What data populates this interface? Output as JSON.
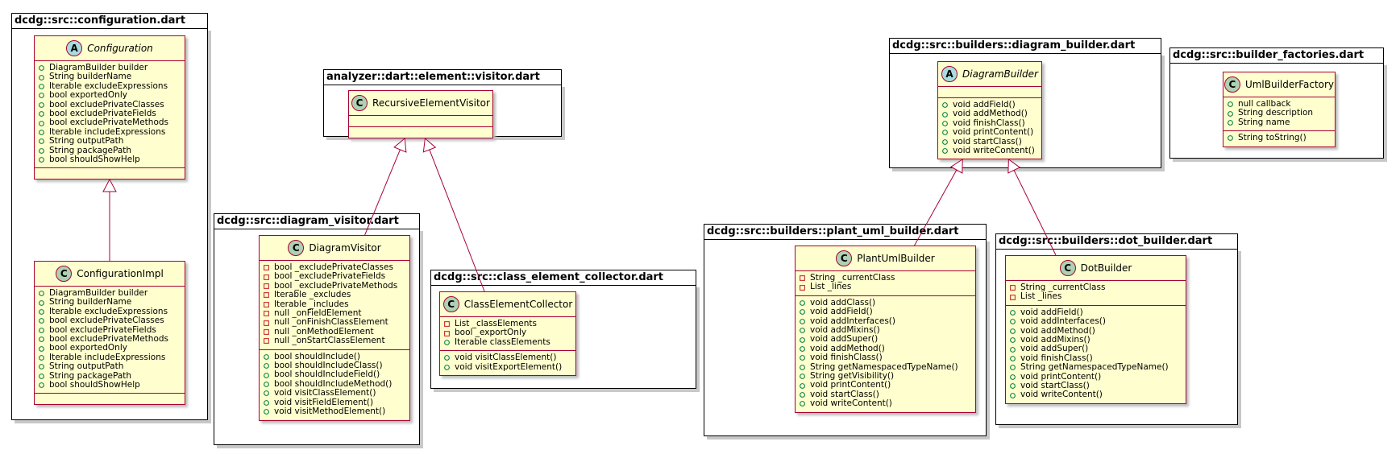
{
  "colors": {
    "class_fill": "#FEFECE",
    "class_border": "#A80036",
    "class_badge": "#ADD1B2",
    "abstract_badge": "#A9DCDF",
    "public_marker": "#038048",
    "private_marker": "#C82930",
    "edge": "#A80036"
  },
  "packages": [
    {
      "id": "p_conf",
      "name": "dcdg::src::configuration.dart"
    },
    {
      "id": "p_vis",
      "name": "analyzer::dart::element::visitor.dart"
    },
    {
      "id": "p_dv",
      "name": "dcdg::src::diagram_visitor.dart"
    },
    {
      "id": "p_cec",
      "name": "dcdg::src::class_element_collector.dart"
    },
    {
      "id": "p_db",
      "name": "dcdg::src::builders::diagram_builder.dart"
    },
    {
      "id": "p_bf",
      "name": "dcdg::src::builder_factories.dart"
    },
    {
      "id": "p_puml",
      "name": "dcdg::src::builders::plant_uml_builder.dart"
    },
    {
      "id": "p_dot",
      "name": "dcdg::src::builders::dot_builder.dart"
    }
  ],
  "classes": [
    {
      "id": "Configuration",
      "name": "Configuration",
      "badge": "A",
      "abstract": true,
      "sections": [
        [
          {
            "v": "+",
            "t": "DiagramBuilder builder"
          },
          {
            "v": "+",
            "t": "String builderName"
          },
          {
            "v": "+",
            "t": "Iterable excludeExpressions"
          },
          {
            "v": "+",
            "t": "bool exportedOnly"
          },
          {
            "v": "+",
            "t": "bool excludePrivateClasses"
          },
          {
            "v": "+",
            "t": "bool excludePrivateFields"
          },
          {
            "v": "+",
            "t": "bool excludePrivateMethods"
          },
          {
            "v": "+",
            "t": "Iterable includeExpressions"
          },
          {
            "v": "+",
            "t": "String outputPath"
          },
          {
            "v": "+",
            "t": "String packagePath"
          },
          {
            "v": "+",
            "t": "bool shouldShowHelp"
          }
        ],
        []
      ]
    },
    {
      "id": "ConfigurationImpl",
      "name": "ConfigurationImpl",
      "badge": "C",
      "abstract": false,
      "sections": [
        [
          {
            "v": "+",
            "t": "DiagramBuilder builder"
          },
          {
            "v": "+",
            "t": "String builderName"
          },
          {
            "v": "+",
            "t": "Iterable excludeExpressions"
          },
          {
            "v": "+",
            "t": "bool excludePrivateClasses"
          },
          {
            "v": "+",
            "t": "bool excludePrivateFields"
          },
          {
            "v": "+",
            "t": "bool excludePrivateMethods"
          },
          {
            "v": "+",
            "t": "bool exportedOnly"
          },
          {
            "v": "+",
            "t": "Iterable includeExpressions"
          },
          {
            "v": "+",
            "t": "String outputPath"
          },
          {
            "v": "+",
            "t": "String packagePath"
          },
          {
            "v": "+",
            "t": "bool shouldShowHelp"
          }
        ],
        []
      ]
    },
    {
      "id": "RecursiveElementVisitor",
      "name": "RecursiveElementVisitor",
      "badge": "C",
      "abstract": false,
      "sections": [
        [],
        []
      ]
    },
    {
      "id": "DiagramVisitor",
      "name": "DiagramVisitor",
      "badge": "C",
      "abstract": false,
      "sections": [
        [
          {
            "v": "-",
            "t": "bool _excludePrivateClasses"
          },
          {
            "v": "-",
            "t": "bool _excludePrivateFields"
          },
          {
            "v": "-",
            "t": "bool _excludePrivateMethods"
          },
          {
            "v": "-",
            "t": "Iterable _excludes"
          },
          {
            "v": "-",
            "t": "Iterable _includes"
          },
          {
            "v": "-",
            "t": "null _onFieldElement"
          },
          {
            "v": "-",
            "t": "null _onFinishClassElement"
          },
          {
            "v": "-",
            "t": "null _onMethodElement"
          },
          {
            "v": "-",
            "t": "null _onStartClassElement"
          }
        ],
        [
          {
            "v": "+",
            "t": "bool shouldInclude()"
          },
          {
            "v": "+",
            "t": "bool shouldIncludeClass()"
          },
          {
            "v": "+",
            "t": "bool shouldIncludeField()"
          },
          {
            "v": "+",
            "t": "bool shouldIncludeMethod()"
          },
          {
            "v": "+",
            "t": "void visitClassElement()"
          },
          {
            "v": "+",
            "t": "void visitFieldElement()"
          },
          {
            "v": "+",
            "t": "void visitMethodElement()"
          }
        ]
      ]
    },
    {
      "id": "ClassElementCollector",
      "name": "ClassElementCollector",
      "badge": "C",
      "abstract": false,
      "sections": [
        [
          {
            "v": "-",
            "t": "List _classElements"
          },
          {
            "v": "-",
            "t": "bool _exportOnly"
          },
          {
            "v": "+",
            "t": "Iterable classElements"
          }
        ],
        [
          {
            "v": "+",
            "t": "void visitClassElement()"
          },
          {
            "v": "+",
            "t": "void visitExportElement()"
          }
        ]
      ]
    },
    {
      "id": "DiagramBuilder",
      "name": "DiagramBuilder",
      "badge": "A",
      "abstract": true,
      "sections": [
        [],
        [
          {
            "v": "+",
            "t": "void addField()"
          },
          {
            "v": "+",
            "t": "void addMethod()"
          },
          {
            "v": "+",
            "t": "void finishClass()"
          },
          {
            "v": "+",
            "t": "void printContent()"
          },
          {
            "v": "+",
            "t": "void startClass()"
          },
          {
            "v": "+",
            "t": "void writeContent()"
          }
        ]
      ]
    },
    {
      "id": "UmlBuilderFactory",
      "name": "UmlBuilderFactory",
      "badge": "C",
      "abstract": false,
      "sections": [
        [
          {
            "v": "+",
            "t": "null callback"
          },
          {
            "v": "+",
            "t": "String description"
          },
          {
            "v": "+",
            "t": "String name"
          }
        ],
        [
          {
            "v": "+",
            "t": "String toString()"
          }
        ]
      ]
    },
    {
      "id": "PlantUmlBuilder",
      "name": "PlantUmlBuilder",
      "badge": "C",
      "abstract": false,
      "sections": [
        [
          {
            "v": "-",
            "t": "String _currentClass"
          },
          {
            "v": "-",
            "t": "List _lines"
          }
        ],
        [
          {
            "v": "+",
            "t": "void addClass()"
          },
          {
            "v": "+",
            "t": "void addField()"
          },
          {
            "v": "+",
            "t": "void addInterfaces()"
          },
          {
            "v": "+",
            "t": "void addMixins()"
          },
          {
            "v": "+",
            "t": "void addSuper()"
          },
          {
            "v": "+",
            "t": "void addMethod()"
          },
          {
            "v": "+",
            "t": "void finishClass()"
          },
          {
            "v": "+",
            "t": "String getNamespacedTypeName()"
          },
          {
            "v": "+",
            "t": "String getVisibility()"
          },
          {
            "v": "+",
            "t": "void printContent()"
          },
          {
            "v": "+",
            "t": "void startClass()"
          },
          {
            "v": "+",
            "t": "void writeContent()"
          }
        ]
      ]
    },
    {
      "id": "DotBuilder",
      "name": "DotBuilder",
      "badge": "C",
      "abstract": false,
      "sections": [
        [
          {
            "v": "-",
            "t": "String _currentClass"
          },
          {
            "v": "-",
            "t": "List _lines"
          }
        ],
        [
          {
            "v": "+",
            "t": "void addField()"
          },
          {
            "v": "+",
            "t": "void addInterfaces()"
          },
          {
            "v": "+",
            "t": "void addMethod()"
          },
          {
            "v": "+",
            "t": "void addMixins()"
          },
          {
            "v": "+",
            "t": "void addSuper()"
          },
          {
            "v": "+",
            "t": "void finishClass()"
          },
          {
            "v": "+",
            "t": "String getNamespacedTypeName()"
          },
          {
            "v": "+",
            "t": "void printContent()"
          },
          {
            "v": "+",
            "t": "void startClass()"
          },
          {
            "v": "+",
            "t": "void writeContent()"
          }
        ]
      ]
    }
  ],
  "relations": [
    {
      "from": "ConfigurationImpl",
      "to": "Configuration",
      "kind": "extends"
    },
    {
      "from": "DiagramVisitor",
      "to": "RecursiveElementVisitor",
      "kind": "extends"
    },
    {
      "from": "ClassElementCollector",
      "to": "RecursiveElementVisitor",
      "kind": "extends"
    },
    {
      "from": "PlantUmlBuilder",
      "to": "DiagramBuilder",
      "kind": "extends"
    },
    {
      "from": "DotBuilder",
      "to": "DiagramBuilder",
      "kind": "extends"
    }
  ]
}
